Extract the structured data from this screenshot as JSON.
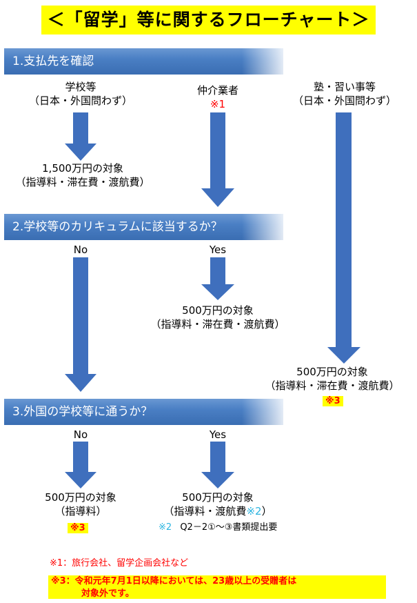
{
  "title": "＜「留学」等に関するフローチャート＞",
  "step1": {
    "header": "1.支払先を確認",
    "school_line1": "学校等",
    "school_line2": "（日本・外国問わず）",
    "agent": "仲介業者",
    "agent_note": "※1",
    "cram_line1": "塾・習い事等",
    "cram_line2": "（日本・外国問わず）",
    "school_result_line1": "1,500万円の対象",
    "school_result_line2": "（指導料・滞在費・渡航費）"
  },
  "step2": {
    "header": "2.学校等のカリキュラムに該当するか？",
    "no": "No",
    "yes": "Yes",
    "yes_result_line1": "500万円の対象",
    "yes_result_line2": "（指導料・滞在費・渡航費）",
    "cram_result_line1": "500万円の対象",
    "cram_result_line2": "（指導料・滞在費・渡航費）",
    "cram_result_note": "※3"
  },
  "step3": {
    "header": "3.外国の学校等に通うか？",
    "no": "No",
    "yes": "Yes",
    "no_result_line1": "500万円の対象",
    "no_result_line2": "（指導料）",
    "no_result_note": "※3",
    "yes_result_line1": "500万円の対象",
    "yes_result_line2a": "（指導料・渡航費",
    "yes_result_line2b": "※2",
    "yes_result_line2c": "）",
    "note2_mark": "※2",
    "note2_text": "Q2－2①～③書類提出要"
  },
  "footnotes": {
    "note1": "※1：旅行会社、留学企画会社など",
    "note3_line1": "※3：令和元年7月1日以降においては、23歳以上の受贈者は",
    "note3_line2": "対象外です。"
  },
  "colors": {
    "arrow": "#3f6fbd",
    "bar": "#4a7fc4",
    "highlight": "#ffff00",
    "note_red": "#ff0000",
    "note_cyan": "#2ab4e0"
  }
}
